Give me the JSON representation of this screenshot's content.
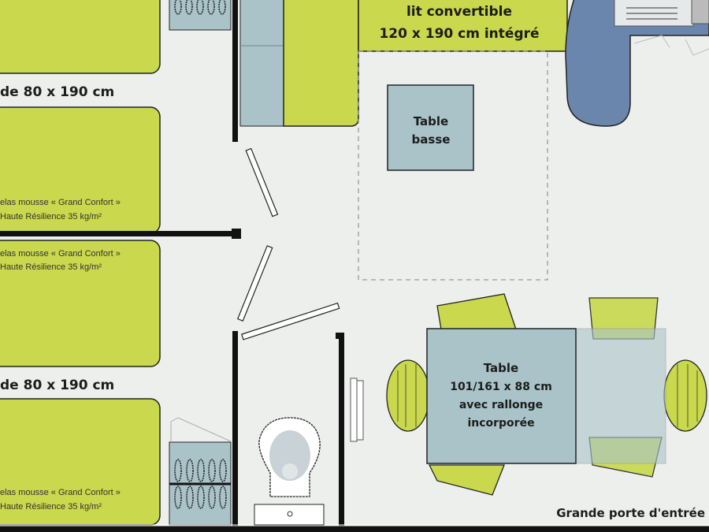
{
  "colors": {
    "bed": "#c9d84c",
    "furniture": "#a9c3c9",
    "kitchen": "#6b86ad",
    "wall": "#111111",
    "floor": "#edefed"
  },
  "beds": {
    "size_label_top": "de 80 x 190 cm",
    "size_label_bottom": "de 80 x 190 cm",
    "mattress_line1": "elas mousse « Grand Confort »",
    "mattress_line2": "Haute Résilience 35 kg/m²"
  },
  "sofa": {
    "line1": "lit convertible",
    "line2": "120 x 190 cm intégré"
  },
  "coffee_table": {
    "line1": "Table",
    "line2": "basse"
  },
  "dining_table": {
    "line1": "Table",
    "line2": "101/161 x 88 cm",
    "line3": "avec rallonge",
    "line4": "incorporée"
  },
  "entrance_label": "Grande porte d'entrée"
}
